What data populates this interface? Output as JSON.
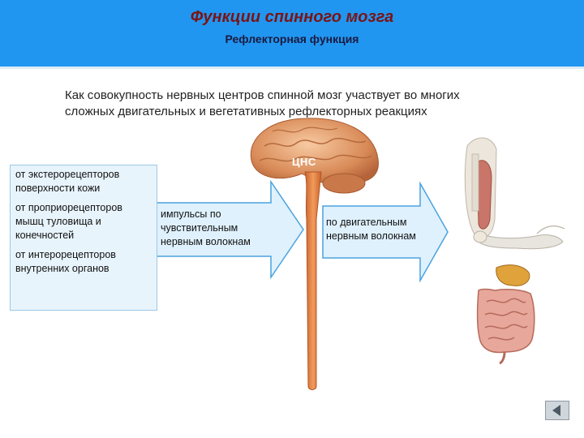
{
  "header": {
    "title": "Функции спинного мозга",
    "subtitle": "Рефлекторная функция"
  },
  "intro_text": "Как совокупность нервных центров спинной мозг участвует во многих сложных двигательных и вегетативных рефлекторных реакциях",
  "cns_label": "ЦНС",
  "sources": [
    "от экстерорецепторов поверхности кожи",
    "от проприорецепторов мышц туловища и конечностей",
    "от интерорецепторов внутренних органов"
  ],
  "sensory_arrow_label": "импульсы по чувствительным нервным волокнам",
  "motor_arrow_label": "по двигательным нервным волокнам",
  "illustrations": [
    "brain-and-spinal-cord",
    "arm-muscles",
    "internal-organs"
  ],
  "colors": {
    "header_bg": "#2196f0",
    "title": "#7a1414",
    "arrow_fill": "#dff1fd",
    "arrow_stroke": "#4aa3df",
    "spinal_cord": "#e98a4e"
  }
}
